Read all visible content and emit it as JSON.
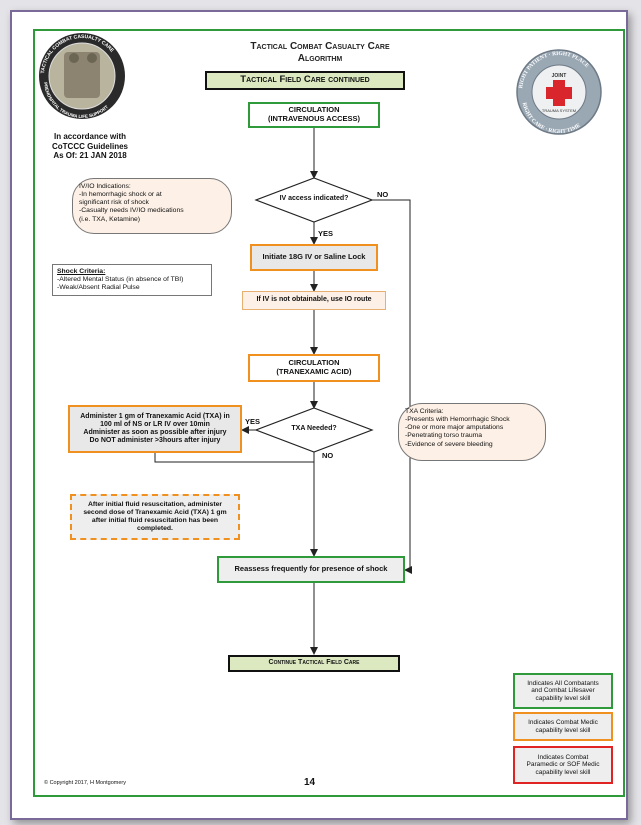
{
  "header": {
    "title_line1": "Tactical Combat Casualty Care",
    "title_line2": "Algorithm",
    "banner": "Tactical Field Care continued"
  },
  "left_logo": {
    "ring_top": "TACTICAL COMBAT CASUALTY CARE",
    "ring_bottom": "PREHOSPITAL TRAUMA LIFE SUPPORT"
  },
  "right_logo": {
    "ring_top": "RIGHT PATIENT · RIGHT PLACE",
    "ring_bottom": "RIGHT CARE · RIGHT TIME",
    "center_top": "JOINT",
    "center_bottom": "TRAUMA SYSTEM"
  },
  "guidelines": {
    "line1": "In accordance with",
    "line2": "CoTCCC Guidelines",
    "line3": "As Of:  21 JAN 2018"
  },
  "flow": {
    "circulation_iv_line1": "CIRCULATION",
    "circulation_iv_line2": "(INTRAVENOUS ACCESS)",
    "iv_decision": "IV access indicated?",
    "label_no_1": "NO",
    "label_yes_1": "YES",
    "initiate_iv": "Initiate 18G IV or Saline Lock",
    "io_route": "If IV is not obtainable, use IO route",
    "circulation_txa_line1": "CIRCULATION",
    "circulation_txa_line2": "(TRANEXAMIC ACID)",
    "txa_decision": "TXA Needed?",
    "label_yes_2": "YES",
    "label_no_2": "NO",
    "txa_admin_1": "Administer 1 gm of Tranexamic Acid (TXA) in",
    "txa_admin_2": "100 ml of NS or LR IV over 10min",
    "txa_admin_3": "Administer as soon as possible after injury",
    "txa_admin_4": "Do NOT administer >3hours after injury",
    "second_dose_1": "After initial fluid resuscitation, administer",
    "second_dose_2": "second dose of Tranexamic Acid (TXA) 1 gm",
    "second_dose_3": "after initial fluid resuscitation has been",
    "second_dose_4": "completed.",
    "reassess": "Reassess frequently for presence of shock",
    "continue": "Continue Tactical Field Care"
  },
  "iv_indications": {
    "title": "IV/IO Indications:",
    "l1": "-In hemorrhagic shock or at",
    "l2": "significant risk of shock",
    "l3": "-Casualty needs IV/IO medications",
    "l4": "(i.e. TXA, Ketamine)"
  },
  "shock_criteria": {
    "title": "Shock Criteria:",
    "l1": "-Altered Mental Status (in absence of TBI)",
    "l2": "-Weak/Absent Radial Pulse"
  },
  "txa_criteria": {
    "title": "TXA Criteria:",
    "l1": "-Presents with Hemorrhagic Shock",
    "l2": "-One or more major amputations",
    "l3": "-Penetrating torso trauma",
    "l4": "-Evidence of severe bleeding"
  },
  "legend": {
    "green_1": "Indicates All Combatants",
    "green_2": "and Combat Lifesaver",
    "green_3": "capability level skill",
    "orange_1": "Indicates Combat Medic",
    "orange_2": "capability level skill",
    "red_1": "Indicates Combat",
    "red_2": "Paramedic or SOF Medic",
    "red_3": "capability level skill"
  },
  "footer": {
    "copyright": "© Copyright 2017, H Montgomery",
    "page_number": "14"
  },
  "colors": {
    "green": "#2e9a3a",
    "orange": "#f0901e",
    "red": "#e02424",
    "banner_fill": "#dce9c0",
    "step_fill": "#eeeeee",
    "note_fill": "#fdf0e6"
  }
}
